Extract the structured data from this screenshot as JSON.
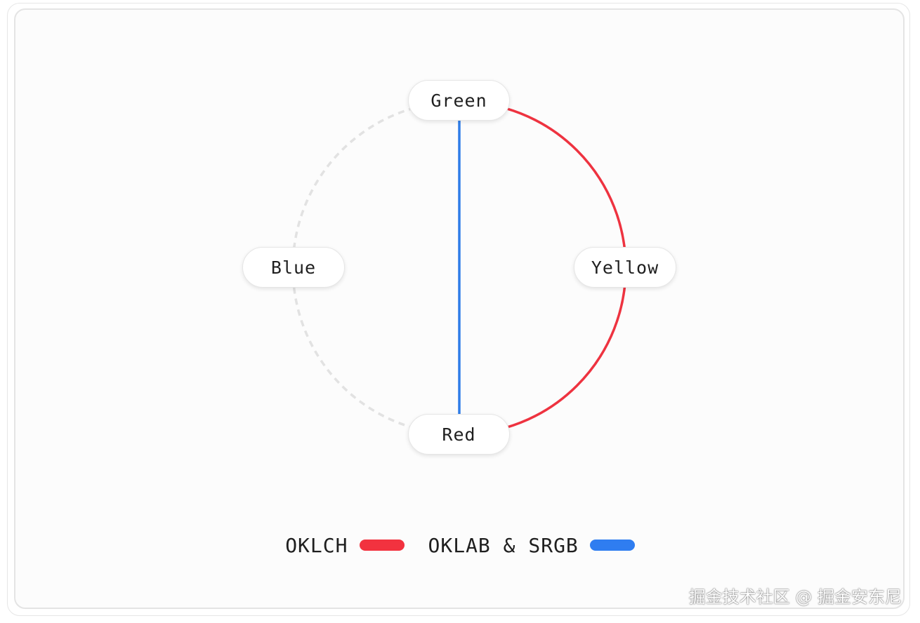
{
  "nodes": {
    "top": "Green",
    "right": "Yellow",
    "bottom": "Red",
    "left": "Blue"
  },
  "legend": [
    {
      "label": "OKLCH",
      "color": "#f2323f"
    },
    {
      "label": "OKLAB & SRGB",
      "color": "#2f7df0"
    }
  ],
  "colors": {
    "oklch_arc": "#ee3340",
    "oklab_line": "#2f7de8",
    "dashed_arc": "#e2e2e2"
  },
  "watermark": "掘金技术社区 @ 掘金安东尼"
}
